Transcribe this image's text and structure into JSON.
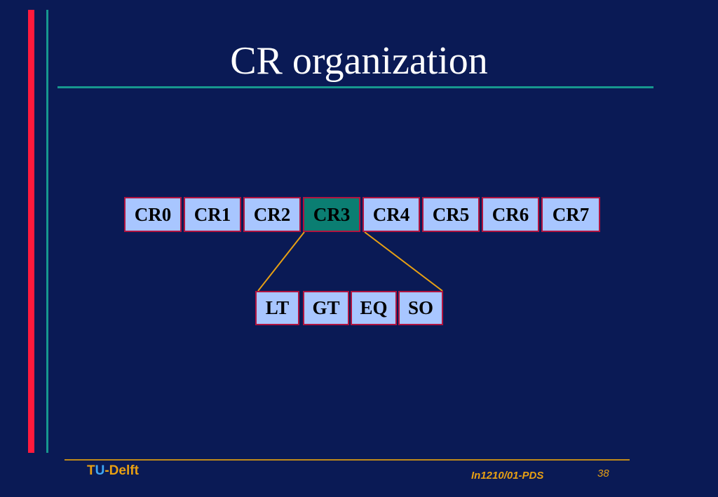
{
  "slide": {
    "title": "CR organization",
    "footer": {
      "logo_t": "T",
      "logo_u": "U",
      "logo_rest": "-Delft",
      "course_code": "In1210/01-PDS",
      "page_number": "38"
    }
  },
  "registers": [
    "CR0",
    "CR1",
    "CR2",
    "CR3",
    "CR4",
    "CR5",
    "CR6",
    "CR7"
  ],
  "highlighted_register": "CR3",
  "fields": [
    "LT",
    "GT",
    "EQ",
    "SO"
  ],
  "colors": {
    "background": "#0a1a55",
    "register_fill": "#a8c6ff",
    "register_border": "#b01440",
    "highlight_fill": "#0b7e72",
    "connector": "#e8a013",
    "accent_red": "#ff1a3c",
    "accent_teal": "#17978f"
  }
}
